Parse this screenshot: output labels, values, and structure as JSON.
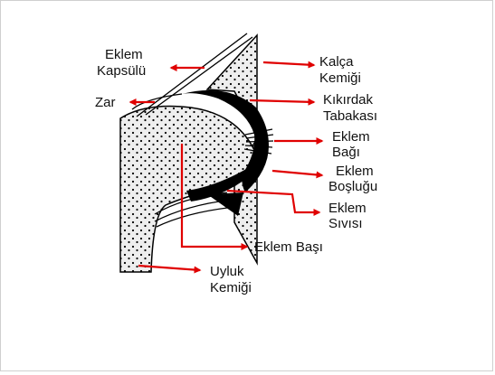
{
  "title": "",
  "colors": {
    "arrow": "#e00000",
    "bone_fill": "#eeeeee",
    "outline": "#000000",
    "background": "#ffffff"
  },
  "labels": {
    "capsule": [
      "Eklem",
      "Kapsülü"
    ],
    "membrane": "Zar",
    "hip_bone": [
      "Kalça",
      "Kemiği"
    ],
    "cartilage": [
      "Kıkırdak",
      "Tabakası"
    ],
    "ligament": [
      "Eklem",
      "Bağı"
    ],
    "cavity": [
      "Eklem",
      "Boşluğu"
    ],
    "fluid": [
      "Eklem",
      "Sıvısı"
    ],
    "head": "Eklem Başı",
    "femur": [
      "Uyluk",
      "Kemiği"
    ]
  }
}
